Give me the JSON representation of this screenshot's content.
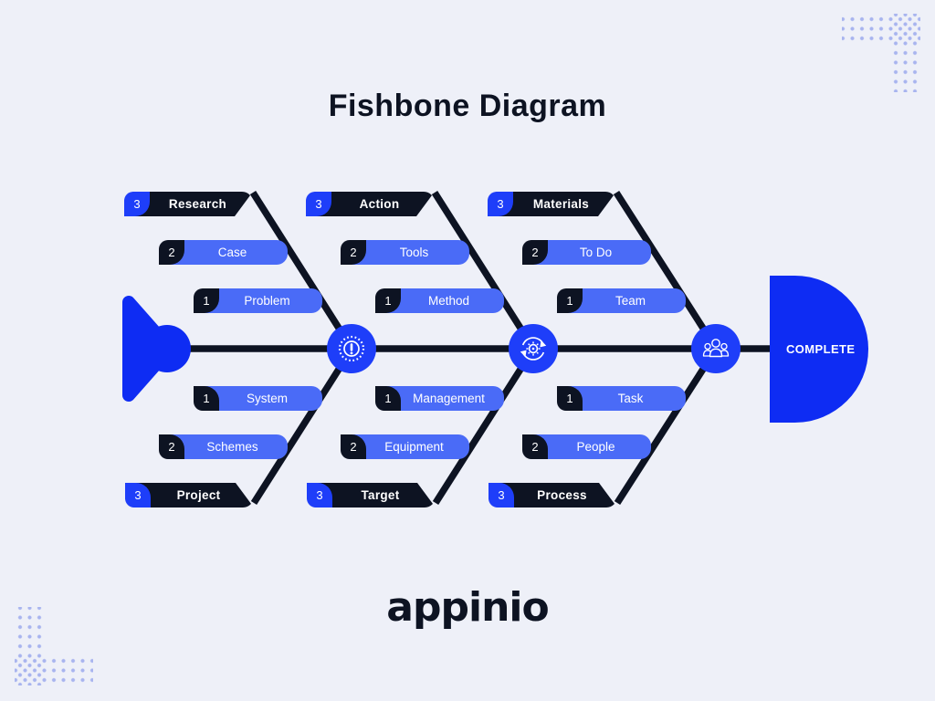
{
  "page": {
    "title": "Fishbone Diagram",
    "brand_logo": "appinio",
    "background": "#eef0f8"
  },
  "colors": {
    "dark_navy": "#0d1322",
    "mid_blue": "#4a6bf7",
    "bright_blue": "#1e3ef9",
    "head_blue": "#0e2cf3",
    "dot_blue": "#a8b4ef"
  },
  "diagram": {
    "head": {
      "label": "COMPLETE"
    },
    "nodes": [
      {
        "icon": "alert-gear-icon"
      },
      {
        "icon": "process-sync-icon"
      },
      {
        "icon": "team-icon"
      }
    ],
    "branches": [
      {
        "id": "top-left",
        "category": {
          "count": "3",
          "label": "Research"
        },
        "items": [
          {
            "count": "2",
            "label": "Case"
          },
          {
            "count": "1",
            "label": "Problem"
          }
        ]
      },
      {
        "id": "top-center",
        "category": {
          "count": "3",
          "label": "Action"
        },
        "items": [
          {
            "count": "2",
            "label": "Tools"
          },
          {
            "count": "1",
            "label": "Method"
          }
        ]
      },
      {
        "id": "top-right",
        "category": {
          "count": "3",
          "label": "Materials"
        },
        "items": [
          {
            "count": "2",
            "label": "To Do"
          },
          {
            "count": "1",
            "label": "Team"
          }
        ]
      },
      {
        "id": "bottom-left",
        "category": {
          "count": "3",
          "label": "Project"
        },
        "items": [
          {
            "count": "1",
            "label": "System"
          },
          {
            "count": "2",
            "label": "Schemes"
          }
        ]
      },
      {
        "id": "bottom-center",
        "category": {
          "count": "3",
          "label": "Target"
        },
        "items": [
          {
            "count": "1",
            "label": "Management"
          },
          {
            "count": "2",
            "label": "Equipment"
          }
        ]
      },
      {
        "id": "bottom-right",
        "category": {
          "count": "3",
          "label": "Process"
        },
        "items": [
          {
            "count": "1",
            "label": "Task"
          },
          {
            "count": "2",
            "label": "People"
          }
        ]
      }
    ]
  }
}
